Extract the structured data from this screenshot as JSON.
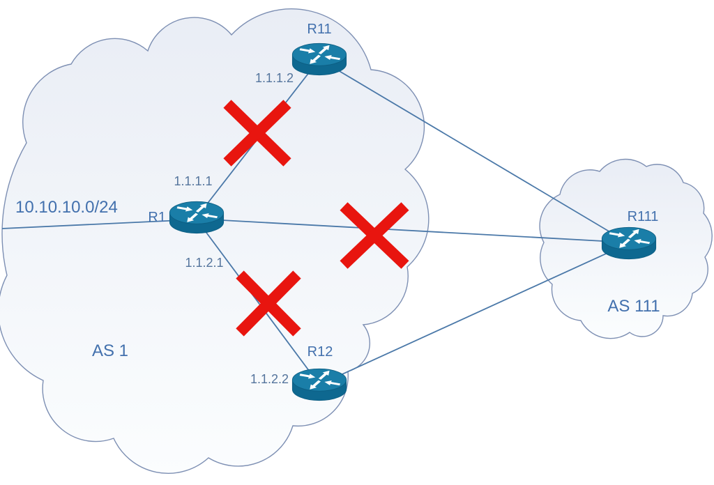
{
  "diagram_type": "network-topology",
  "colors": {
    "router_top": "#1a7ea8",
    "router_body": "#0e6890",
    "router_outline": "#0c5d82",
    "router_arrow": "#ffffff",
    "link_line": "#4a78a8",
    "failure_red": "#e8150f",
    "cloud_outline": "#7d8fb3",
    "cloud_fill_top": "#e9edf5",
    "cloud_fill_bottom": "#fbfdfe",
    "label_blue": "#4270ad",
    "ip_label_blue": "#54749c"
  },
  "labels": {
    "network_prefix": "10.10.10.0/24",
    "as1": "AS 1",
    "as111": "AS 111",
    "r1": "R1",
    "r11": "R11",
    "r12": "R12",
    "r111": "R111",
    "ip_1111": "1.1.1.1",
    "ip_1112": "1.1.1.2",
    "ip_1121": "1.1.2.1",
    "ip_1122": "1.1.2.2"
  },
  "autonomous_systems": [
    {
      "name": "AS 1",
      "routers": [
        "R1",
        "R11",
        "R12"
      ],
      "network": "10.10.10.0/24"
    },
    {
      "name": "AS 111",
      "routers": [
        "R111"
      ]
    }
  ],
  "links": [
    {
      "from": "R1",
      "to": "R11",
      "from_ip": "1.1.1.1",
      "to_ip": "1.1.1.2",
      "crossed_out": true
    },
    {
      "from": "R1",
      "to": "R12",
      "from_ip": "1.1.2.1",
      "to_ip": "1.1.2.2",
      "crossed_out": true
    },
    {
      "from": "R1",
      "to": "R111",
      "crossed_out": true
    },
    {
      "from": "R11",
      "to": "R111",
      "crossed_out": false
    },
    {
      "from": "R12",
      "to": "R111",
      "crossed_out": false
    },
    {
      "from": "R1",
      "to": "10.10.10.0/24",
      "crossed_out": false
    }
  ],
  "failed_link_marks": 3
}
